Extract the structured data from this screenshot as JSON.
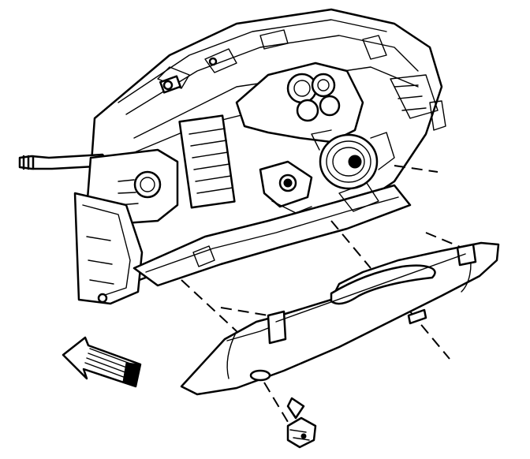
{
  "diagram": {
    "subject": "instrument-panel-lower-trim-removal",
    "parts": [
      "instrument-panel-carrier",
      "steering-column",
      "instrument-cluster-gauges",
      "knee-bolster-trim-panel",
      "retaining-bolt"
    ],
    "view_indicator": "arrow-pointing-forward-left"
  }
}
